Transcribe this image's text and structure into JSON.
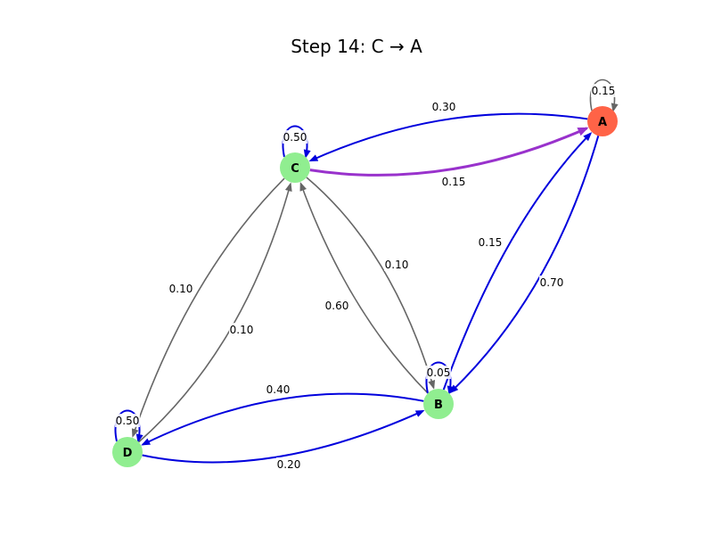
{
  "title": "Step 14: C → A",
  "colors": {
    "node_default": "#90ee90",
    "node_current": "#ff6347",
    "edge_visited": "#0000dd",
    "edge_unvisited": "#666666",
    "edge_current": "#9932cc"
  },
  "nodes": [
    {
      "id": "A",
      "label": "A",
      "state": "current"
    },
    {
      "id": "B",
      "label": "B",
      "state": "default"
    },
    {
      "id": "C",
      "label": "C",
      "state": "default"
    },
    {
      "id": "D",
      "label": "D",
      "state": "default"
    }
  ],
  "edges": [
    {
      "from": "A",
      "to": "A",
      "weight": "0.15",
      "state": "unvisited"
    },
    {
      "from": "A",
      "to": "C",
      "weight": "0.30",
      "state": "visited"
    },
    {
      "from": "C",
      "to": "A",
      "weight": "0.15",
      "state": "current"
    },
    {
      "from": "C",
      "to": "C",
      "weight": "0.50",
      "state": "visited"
    },
    {
      "from": "B",
      "to": "A",
      "weight": "0.15",
      "state": "visited"
    },
    {
      "from": "A",
      "to": "B",
      "weight": "0.70",
      "state": "visited"
    },
    {
      "from": "C",
      "to": "B",
      "weight": "0.10",
      "state": "unvisited"
    },
    {
      "from": "B",
      "to": "C",
      "weight": "0.60",
      "state": "unvisited"
    },
    {
      "from": "C",
      "to": "D",
      "weight": "0.10",
      "state": "unvisited"
    },
    {
      "from": "D",
      "to": "C",
      "weight": "0.10",
      "state": "unvisited"
    },
    {
      "from": "B",
      "to": "B",
      "weight": "0.05",
      "state": "visited"
    },
    {
      "from": "B",
      "to": "D",
      "weight": "0.40",
      "state": "visited"
    },
    {
      "from": "D",
      "to": "B",
      "weight": "0.20",
      "state": "visited"
    },
    {
      "from": "D",
      "to": "D",
      "weight": "0.50",
      "state": "visited"
    }
  ]
}
